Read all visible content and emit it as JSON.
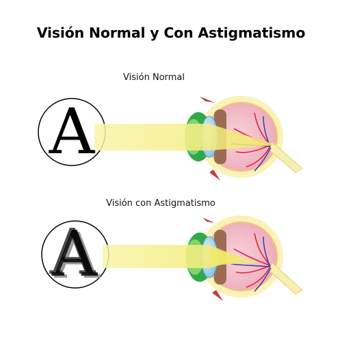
{
  "title": "Visión Normal y Con Astigmatismo",
  "panels": [
    {
      "id": "normal",
      "label": "Visión Normal",
      "letter": "A"
    },
    {
      "id": "astigmatism",
      "label": "Visión con Astigmatismo",
      "letter": "A"
    }
  ],
  "colors": {
    "light_beam": "#f6ef8a",
    "retina": "#f0b8c4",
    "sclera_outer": "#fbf2b8",
    "lens": "#a9d6ee",
    "iris": "#2fa84a",
    "ciliary_muscle": "#9b6b52",
    "artery": "#e2243b",
    "vein": "#3346b3"
  }
}
